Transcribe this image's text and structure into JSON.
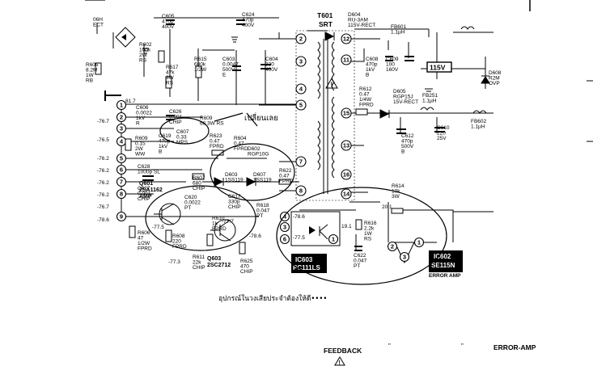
{
  "transformer": {
    "ref": "T601",
    "name": "SRT",
    "primary_pins": [
      "2",
      "3",
      "4",
      "5",
      "7",
      "8"
    ],
    "secondary_pins": [
      "12",
      "11",
      "15",
      "13",
      "16",
      "14"
    ]
  },
  "connector_pins": [
    "1",
    "2",
    "3",
    "4",
    "5",
    "6",
    "7",
    "8",
    "9"
  ],
  "connector_voltages": [
    "81.7",
    "-76.7",
    "-76.5",
    "-76.2",
    "-76.2",
    "-76.2",
    "-76.2",
    "-76.7",
    "-78.6"
  ],
  "components": {
    "c605": "C605\n470p\n400V",
    "c624": "C624\n470p\n400V",
    "d604": "D604\nRU-3AM\n115V-RECT",
    "fb601": "FB601\n1.1µH",
    "d606h": "06H\nECT",
    "r602": "R602\n100k\n2W\nRS",
    "r605": "R605\n8.2M\n1W\nRB",
    "r617": "R617\n47k\n3W\nRS",
    "r615": "R615\n680k\n1/2W",
    "c603": "C603\n0.0047\n500V\nE",
    "c604": "C604\n330\n400V",
    "c608": "C608\n470p\n1kV\nB",
    "c609": "C609\n100\n160V",
    "d608": "D608\nR2M\nOVP",
    "c606": "C606\n0.0022\n1kV\nR",
    "c626": "C626\n0.001\nCHIP",
    "r609": "R609\n68 3W RS",
    "r612": "R612\n0.47\n1/4W\nFPRD",
    "d605": "D605\nRGP15J\n15V-RECT",
    "fb251": "FB251\n1.1µH",
    "r609b": "R609\n0.15\n2W\nWW",
    "c619": "C619\n470p\n1kV\nB",
    "c607": "C607\n0.33\nMPS",
    "r623": "R623\n0.47\nFPRD",
    "r604": "R604\n0.47\nFPRD",
    "d602": "D602\nRGP10G",
    "c612": "C612\n470p\n500V\nB",
    "c610": "C610\n220\n25V",
    "fb602": "FB602\n1.1µH",
    "c628": "C628\n1000p SL",
    "r607": "R607\n680\nCHIP",
    "d603": "D603\n1SS119",
    "d607": "D607\n1SS119",
    "r622": "R622\n0.47\nFPRD",
    "c627": "C627\n0.001\nCHIP",
    "q601": "Q601\n2SA1162\nAMP",
    "c620": "C620\n0.0022\nPT",
    "c617": "C617\n330p\nCHIP",
    "r618": "R618\n0.047\nPT",
    "r614": "R614\n10k\n3W",
    "r610": "R610\n1k\nFPRD",
    "r616": "R616\n2.2k\n1W\nRS",
    "r606": "R606\n47\n1/2W\nFPRD",
    "r608": "R608\n220\nFPRD",
    "q603": "Q603\n2SC2712",
    "r611": "R611\n22k\nCHIP",
    "r625": "R625\n470\nCHIP",
    "c622": "C622\n0.047\nPT"
  },
  "voltages": {
    "q601_e": "-77.5",
    "q601_c": "-77.3",
    "q603_b": "-77.7",
    "q603_c": "-78.6",
    "ic603_a": "-78.6",
    "ic603_b": "-77.5",
    "ic603_c": "19.1",
    "line_201": "20.1"
  },
  "ic603": {
    "ref": "IC603",
    "part": "PC111LS",
    "pins": [
      "4",
      "3",
      "6",
      "1"
    ]
  },
  "ic602": {
    "ref": "IC602",
    "part": "SE115N",
    "subtitle": "ERROR AMP",
    "pins": [
      "2",
      "3",
      "1"
    ]
  },
  "box_115v": "115V",
  "annotation_replace": "เปลี่ยนเลย",
  "annotation_circle": "อุปกรณ์ในวงเสียประจำต้องให้ดี••••",
  "bottom": {
    "feedback": "FEEDBACK",
    "quote1": "\"",
    "quote2": "\"",
    "error_amp": "ERROR-AMP"
  }
}
